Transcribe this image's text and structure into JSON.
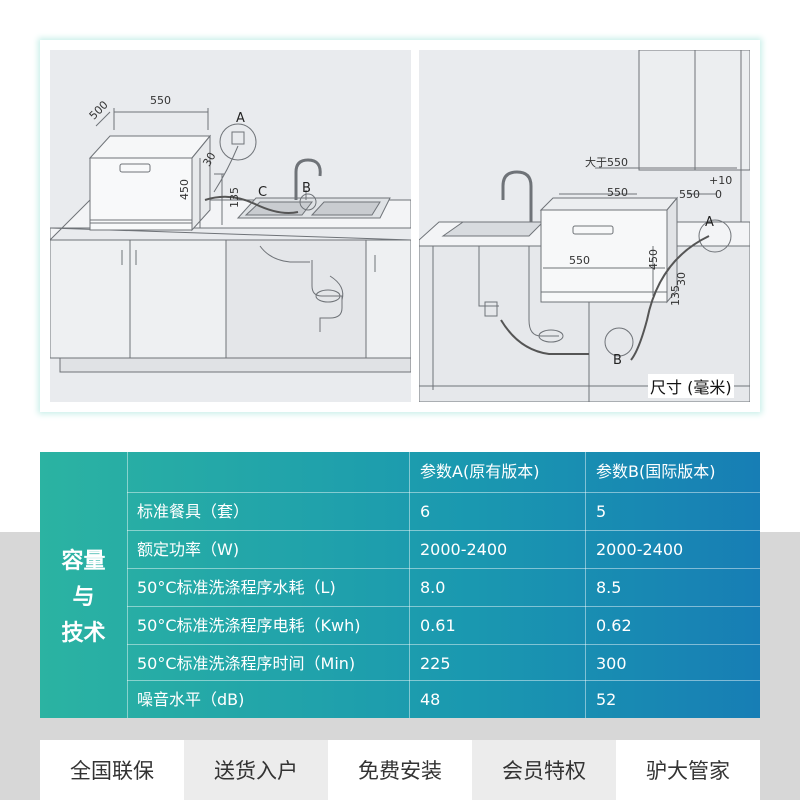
{
  "diagram_left": {
    "width_label": "550",
    "depth_label": "500",
    "height_label": "450",
    "dim_30": "30",
    "dim_135": "135",
    "marker_a": "A",
    "marker_b": "B",
    "marker_c": "C"
  },
  "diagram_right": {
    "gt_label": "大于550",
    "width_label": "550",
    "side_label": "550",
    "plus_label": "+10",
    "zero_label": "0",
    "inner_width_label": "550",
    "height_label": "450",
    "dim_30": "30",
    "dim_135": "135",
    "marker_a": "A",
    "marker_b": "B",
    "unit_label": "尺寸 (毫米)"
  },
  "spec_table": {
    "side_label": [
      "容量",
      "与",
      "技术"
    ],
    "headers": [
      "参数A(原有版本)",
      "参数B(国际版本)"
    ],
    "rows": [
      {
        "label": "标准餐具（套）",
        "a": "6",
        "b": "5"
      },
      {
        "label": "额定功率（W)",
        "a": "2000-2400",
        "b": "2000-2400"
      },
      {
        "label": "50°C标准洗涤程序水耗（L)",
        "a": "8.0",
        "b": "8.5"
      },
      {
        "label": "50°C标准洗涤程序电耗（Kwh)",
        "a": "0.61",
        "b": "0.62"
      },
      {
        "label": "50°C标准洗涤程序时间（Min)",
        "a": "225",
        "b": "300"
      },
      {
        "label": "噪音水平（dB)",
        "a": "48",
        "b": "52"
      }
    ]
  },
  "services": [
    "全国联保",
    "送货入户",
    "免费安装",
    "会员特权",
    "驴大管家"
  ],
  "colors": {
    "table_gradient_start": "#2bb3a2",
    "table_gradient_end": "#177eb5",
    "frame_glow": "#c9efe9",
    "diagram_bg": "#e9ebee"
  }
}
